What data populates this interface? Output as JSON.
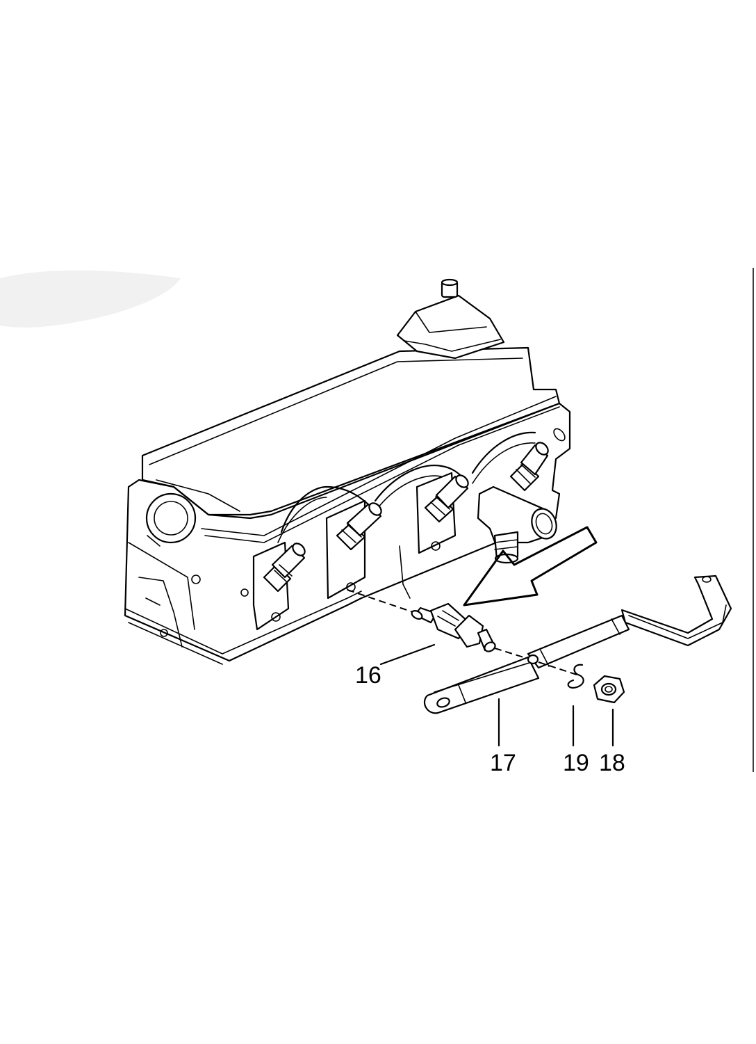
{
  "labels": {
    "sensor": "16",
    "bracket": "17",
    "nut": "18",
    "clip": "19"
  },
  "colors": {
    "line": "#000000",
    "background": "#ffffff"
  }
}
